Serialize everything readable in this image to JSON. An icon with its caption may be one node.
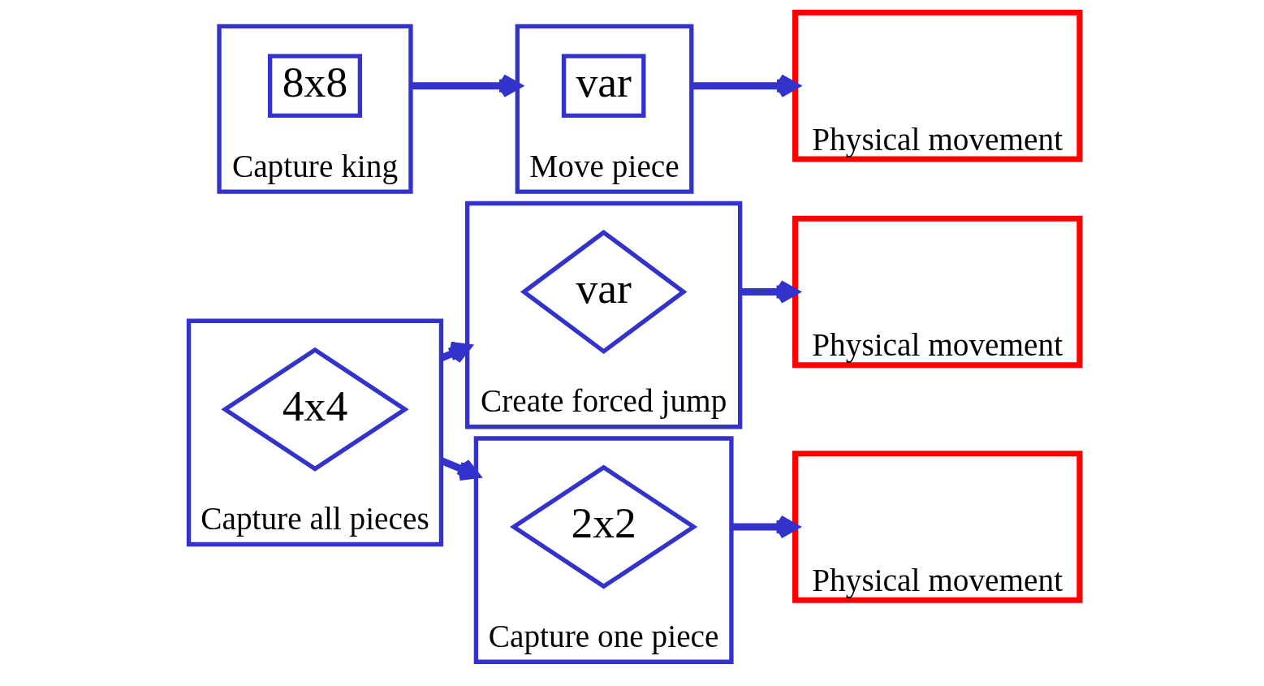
{
  "diagram": {
    "nodes": [
      {
        "text": [
          "Capture king"
        ]
      },
      {
        "text": [
          "8x8"
        ],
        "in": 0
      },
      {
        "text": [
          "Move piece"
        ]
      },
      {
        "text": [
          "var"
        ],
        "in": 2
      },
      {
        "text": [
          "Physical movement"
        ]
      },
      {
        "text": [
          "Capture all pieces"
        ]
      },
      {
        "text": [
          "4x4"
        ],
        "in": 5
      },
      {
        "text": [
          "Capture one piece"
        ]
      },
      {
        "text": [
          "2x2"
        ],
        "in": 7
      },
      {
        "text": [
          "Physical movement"
        ]
      },
      {
        "text": [
          "Create forced jump"
        ]
      },
      {
        "text": [
          "var"
        ],
        "in": 10
      },
      {
        "text": [
          "Physical movement"
        ]
      }
    ],
    "edges": [
      {
        "from": 0,
        "to": 2,
        "arrow": "to"
      },
      {
        "from": 2,
        "to": 4,
        "arrow": "to"
      },
      {
        "from": 5,
        "to": 7,
        "arrow": "to"
      },
      {
        "from": 5,
        "to": 10,
        "arrow": "to"
      },
      {
        "from": 7,
        "to": 9,
        "arrow": "to"
      },
      {
        "from": 10,
        "to": 12,
        "arrow": "to"
      }
    ]
  }
}
